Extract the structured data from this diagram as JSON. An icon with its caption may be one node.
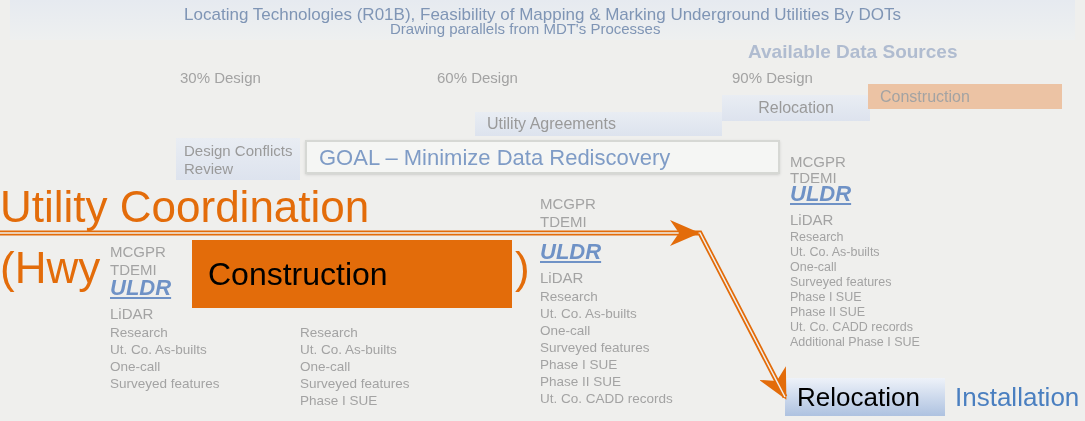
{
  "diagram": {
    "title": "Locating Technologies (R01B), Feasibility of Mapping & Marking Underground Utilities By DOTs",
    "nodes": [
      {
        "text": [
          "Relocation"
        ]
      },
      {
        "text": [
          "Construction"
        ]
      },
      {
        "text": [
          "Utility Agreements"
        ]
      },
      {
        "text": [
          "Design Conflicts Review"
        ]
      },
      {
        "text": [
          "GOAL – Minimize Data Rediscovery"
        ]
      },
      {
        "text": [
          "Utility Coordination"
        ]
      },
      {
        "text": [
          "Construction"
        ]
      },
      {
        "text": [
          "Relocation"
        ]
      }
    ],
    "edges": [
      {
        "from": 5,
        "to": 7,
        "arrow": "to"
      }
    ],
    "labels": [
      "Drawing parallels from MDT's Processes",
      "Available Data Sources",
      "30% Design",
      "60% Design",
      "90% Design",
      "(Hwy",
      ")",
      "MCGPR",
      "TDEMI",
      "ULDR",
      "LiDAR",
      "Research",
      "Ut. Co. As-builts",
      "One-call",
      "Surveyed features",
      "Research",
      "Ut. Co. As-builts",
      "One-call",
      "Surveyed features",
      "Phase I SUE",
      "MCGPR",
      "TDEMI",
      "ULDR",
      "LiDAR",
      "Research",
      "Ut. Co. As-builts",
      "One-call",
      "Surveyed features",
      "Phase I SUE",
      "Phase II SUE",
      "Ut. Co. CADD records",
      "MCGPR",
      "TDEMI",
      "ULDR",
      "LiDAR",
      "Research",
      "Ut. Co. As-builts",
      "One-call",
      "Surveyed features",
      "Phase I SUE",
      "Phase II SUE",
      "Ut. Co. CADD records",
      "Additional Phase I SUE",
      "Installation"
    ]
  }
}
